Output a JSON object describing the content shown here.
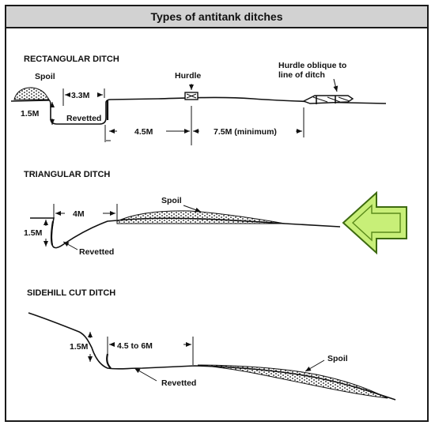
{
  "title": "Types of antitank ditches",
  "colors": {
    "arrow_fill": "#c8ef78",
    "arrow_stroke": "#5a8a1a",
    "title_bar": "#d2d2d2"
  },
  "rectangular": {
    "heading": "RECTANGULAR DITCH",
    "spoil": "Spoil",
    "width": "3.3M",
    "depth": "1.5M",
    "revetted": "Revetted",
    "hurdle": "Hurdle",
    "hurdle_oblique_line1": "Hurdle oblique to",
    "hurdle_oblique_line2": "line of ditch",
    "dist_1": "4.5M",
    "dist_2": "7.5M (minimum)"
  },
  "triangular": {
    "heading": "TRIANGULAR DITCH",
    "width": "4M",
    "depth": "1.5M",
    "spoil": "Spoil",
    "revetted": "Revetted"
  },
  "sidehill": {
    "heading": "SIDEHILL CUT DITCH",
    "depth": "1.5M",
    "width": "4.5 to 6M",
    "spoil": "Spoil",
    "revetted": "Revetted"
  },
  "direction_arrow_icon": "left-arrow-icon"
}
